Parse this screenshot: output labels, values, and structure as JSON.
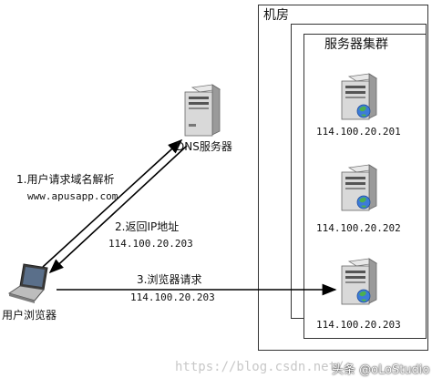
{
  "room": {
    "title": "机房"
  },
  "cluster": {
    "title": "服务器集群"
  },
  "servers": [
    {
      "ip": "114.100.20.201"
    },
    {
      "ip": "114.100.20.202"
    },
    {
      "ip": "114.100.20.203"
    }
  ],
  "dns": {
    "label": "DNS服务器"
  },
  "client": {
    "label": "用户浏览器"
  },
  "steps": {
    "s1_title": "1.用户请求域名解析",
    "s1_domain": "www.apusapp.com",
    "s2_title": "2.返回IP地址",
    "s2_ip": "114.100.20.203",
    "s3_title": "3.浏览器请求",
    "s3_ip": "114.100.20.203"
  },
  "watermark": {
    "text": "https://blog.csdn.net/"
  },
  "badge": {
    "text": "头条 @oLoStudio"
  }
}
